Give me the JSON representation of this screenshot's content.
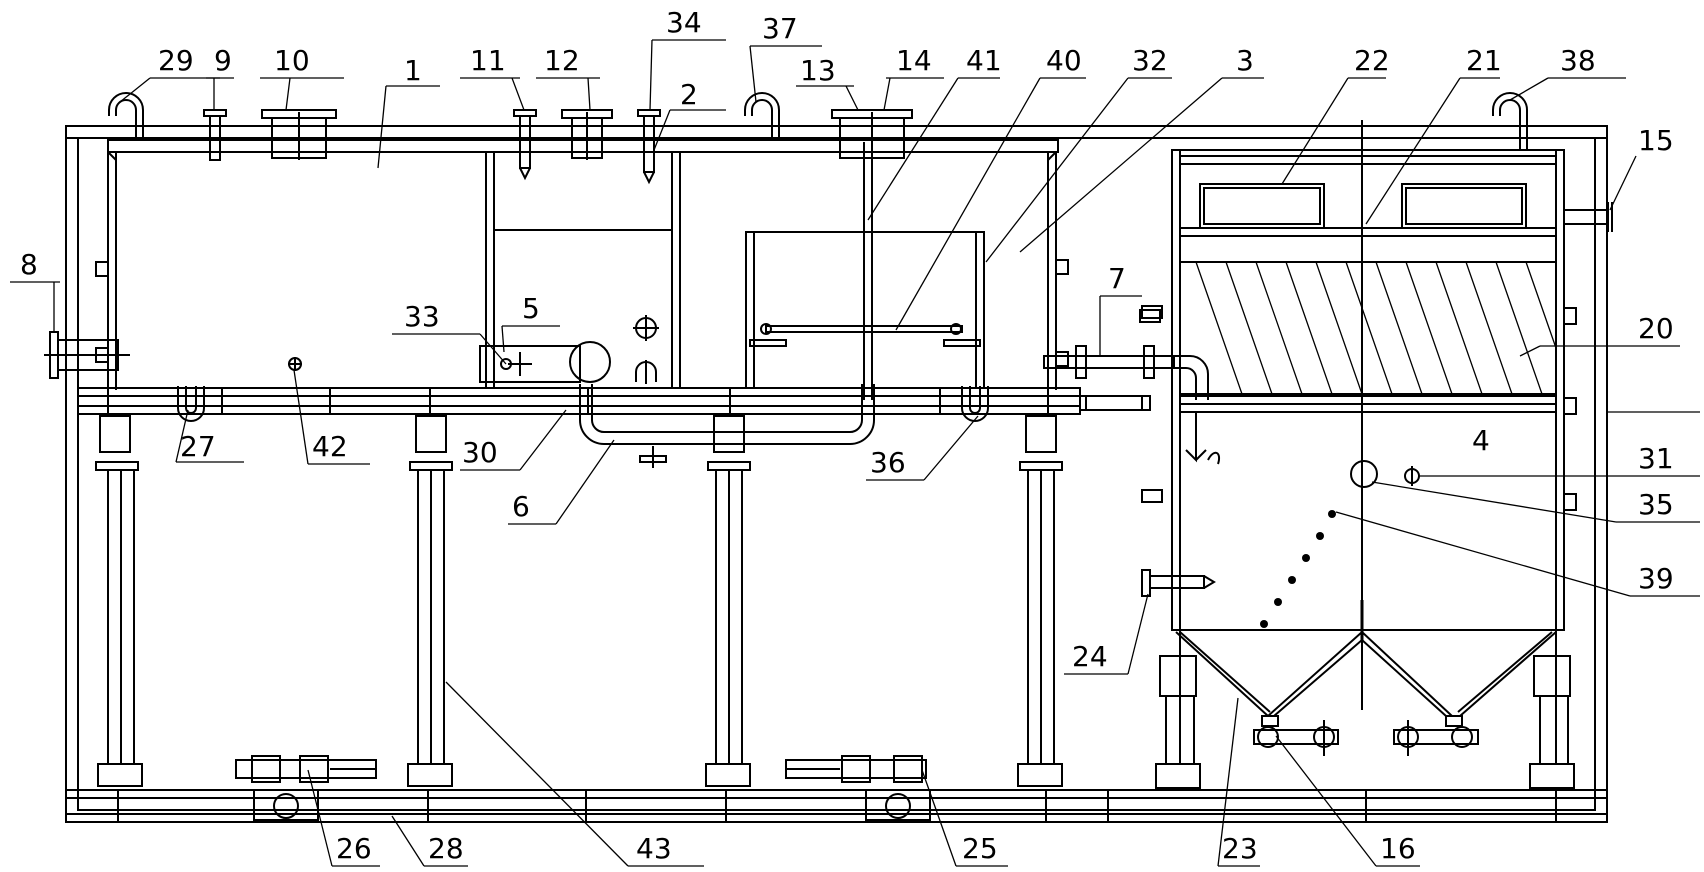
{
  "drawing": {
    "labels": [
      "29",
      "9",
      "10",
      "1",
      "11",
      "12",
      "34",
      "37",
      "2",
      "13",
      "14",
      "41",
      "40",
      "32",
      "3",
      "22",
      "21",
      "38",
      "15",
      "8",
      "33",
      "5",
      "7",
      "20",
      "27",
      "42",
      "30",
      "36",
      "6",
      "4",
      "31",
      "35",
      "39",
      "24",
      "26",
      "28",
      "43",
      "25",
      "23",
      "16"
    ]
  }
}
